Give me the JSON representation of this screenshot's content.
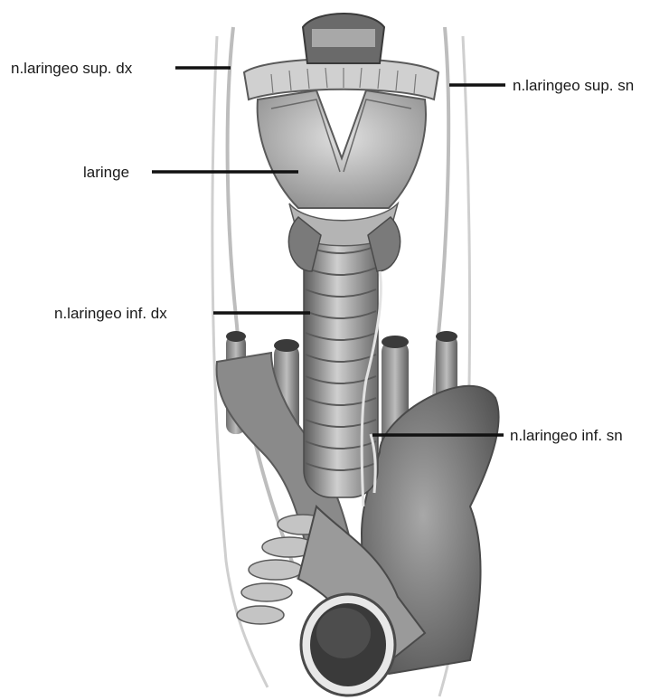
{
  "labels": {
    "sup_dx": "n.laringeo sup. dx",
    "sup_sn": "n.laringeo sup. sn",
    "laringe": "laringe",
    "inf_dx": "n.laringeo inf. dx",
    "inf_sn": "n.laringeo inf. sn"
  },
  "colors": {
    "label_text": "#1a1a1a",
    "leader_line": "#111111",
    "illustration_dark": "#4a4a4a",
    "illustration_mid": "#9a9a9a",
    "illustration_light": "#d6d6d6"
  }
}
